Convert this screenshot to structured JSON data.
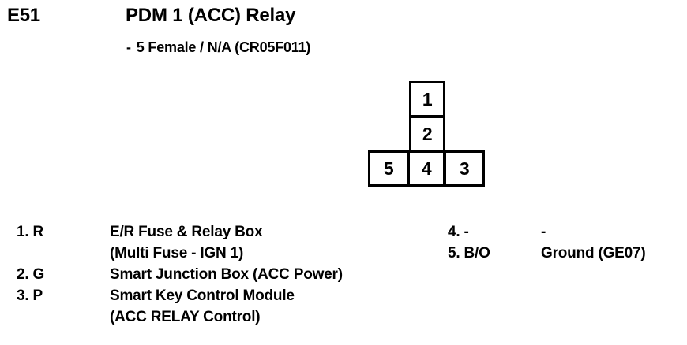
{
  "header": {
    "connector_code": "E51",
    "title": "PDM 1 (ACC) Relay",
    "subtitle_dash": "-",
    "subtitle": "5 Female / N/A (CR05F011)"
  },
  "pinout": {
    "shape": "t-shape",
    "cells": [
      {
        "number": "1"
      },
      {
        "number": "2"
      },
      {
        "number": "5"
      },
      {
        "number": "4"
      },
      {
        "number": "3"
      }
    ]
  },
  "pin_list_left": [
    {
      "ref": "1. R",
      "desc": "E/R Fuse & Relay Box",
      "desc_cont": "(Multi Fuse - IGN 1)"
    },
    {
      "ref": "2. G",
      "desc": "Smart Junction Box (ACC Power)"
    },
    {
      "ref": "3. P",
      "desc": "Smart Key Control Module",
      "desc_cont": "(ACC RELAY Control)"
    }
  ],
  "pin_list_right": [
    {
      "ref": "4. -",
      "desc": "-"
    },
    {
      "ref": "5. B/O",
      "desc": "Ground (GE07)"
    }
  ],
  "colors": {
    "ink": "#000000",
    "paper": "#ffffff"
  }
}
